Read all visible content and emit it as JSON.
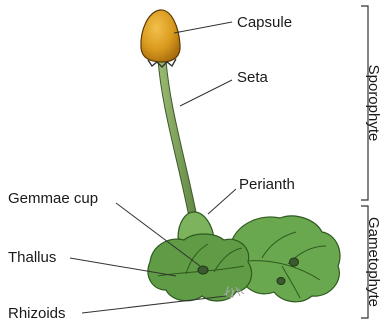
{
  "labels": {
    "capsule": "Capsule",
    "seta": "Seta",
    "perianth": "Perianth",
    "gemmae_cup": "Gemmae cup",
    "thallus": "Thallus",
    "rhizoids": "Rhizoids"
  },
  "groups": {
    "sporophyte": "Sporophyte",
    "gametophyte": "Gametophyte"
  },
  "colors": {
    "capsule": "#d99a1e",
    "capsule_dark": "#a86d0c",
    "seta": "#7fa05a",
    "thallus": "#6aa84f",
    "thallus_dark": "#3f7a2c",
    "perianth": "#7cb35c",
    "gemmae_cup": "#3c5a30",
    "rhizoids": "#b0b0b0"
  }
}
